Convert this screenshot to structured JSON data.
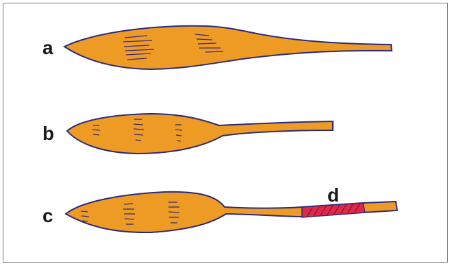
{
  "labels": {
    "a": "a",
    "b": "b",
    "c": "c",
    "d": "d"
  },
  "colors": {
    "fill": "#ee9b26",
    "outline": "#2b2a7a",
    "hatch": "#3a2a6a",
    "segment_d": "#e0284a",
    "segment_d_hatch": "#8a1030",
    "border": "#7a7a7a"
  }
}
